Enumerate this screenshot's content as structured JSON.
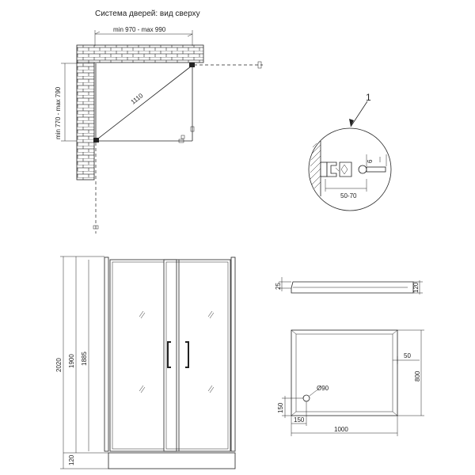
{
  "title": "Система дверей: вид сверху",
  "top_view": {
    "width_label": "min 970 - max 990",
    "depth_label": "min 770 - max 790",
    "diagonal_label": "1110"
  },
  "detail": {
    "callout": "1",
    "gap_label": "6",
    "range_label": "50-70"
  },
  "front_view": {
    "dims": [
      "2020",
      "1900",
      "1885",
      "120"
    ]
  },
  "tray_side": {
    "dims": [
      "25",
      "120"
    ]
  },
  "tray_top": {
    "drain_label": "Ø90",
    "offset_50": "50",
    "depth_800": "800",
    "drain_150_v": "150",
    "drain_150_h": "150",
    "width_1000": "1000"
  }
}
